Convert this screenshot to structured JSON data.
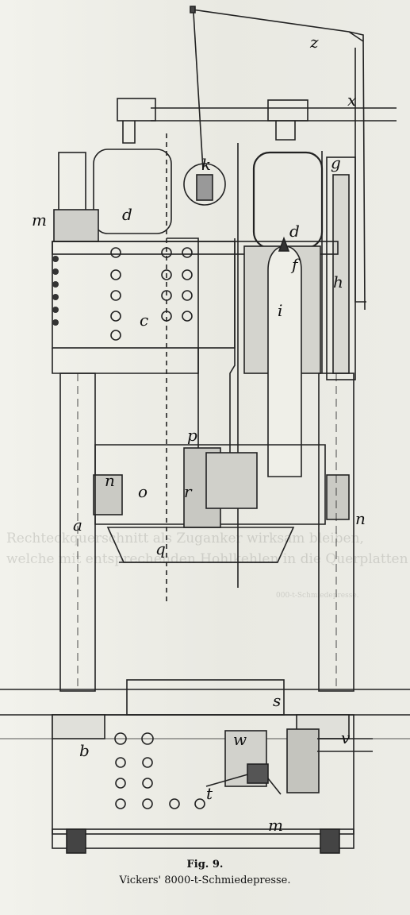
{
  "figure": {
    "number": "Fig. 9.",
    "title": "Vickers' 8000-t-Schmiedepresse."
  },
  "background_text": {
    "line1": "Rechteckquerschnitt als Zuganker wirksam bleiben,",
    "line2": "welche mit entsprechenden Hohlkehlen in die Querplatten",
    "small": "000-t-Schmiedepresse."
  },
  "labels": {
    "z": "z",
    "x": "x",
    "k": "k",
    "g": "g",
    "d1": "d",
    "d2": "d",
    "m1": "m",
    "f": "f",
    "h": "h",
    "c": "c",
    "i": "i",
    "p": "p",
    "r": "r",
    "n1": "n",
    "n2": "n",
    "o": "o",
    "a": "a",
    "q": "q",
    "s": "s",
    "b": "b",
    "w": "w",
    "v": "v",
    "t": "t",
    "m2": "m"
  }
}
